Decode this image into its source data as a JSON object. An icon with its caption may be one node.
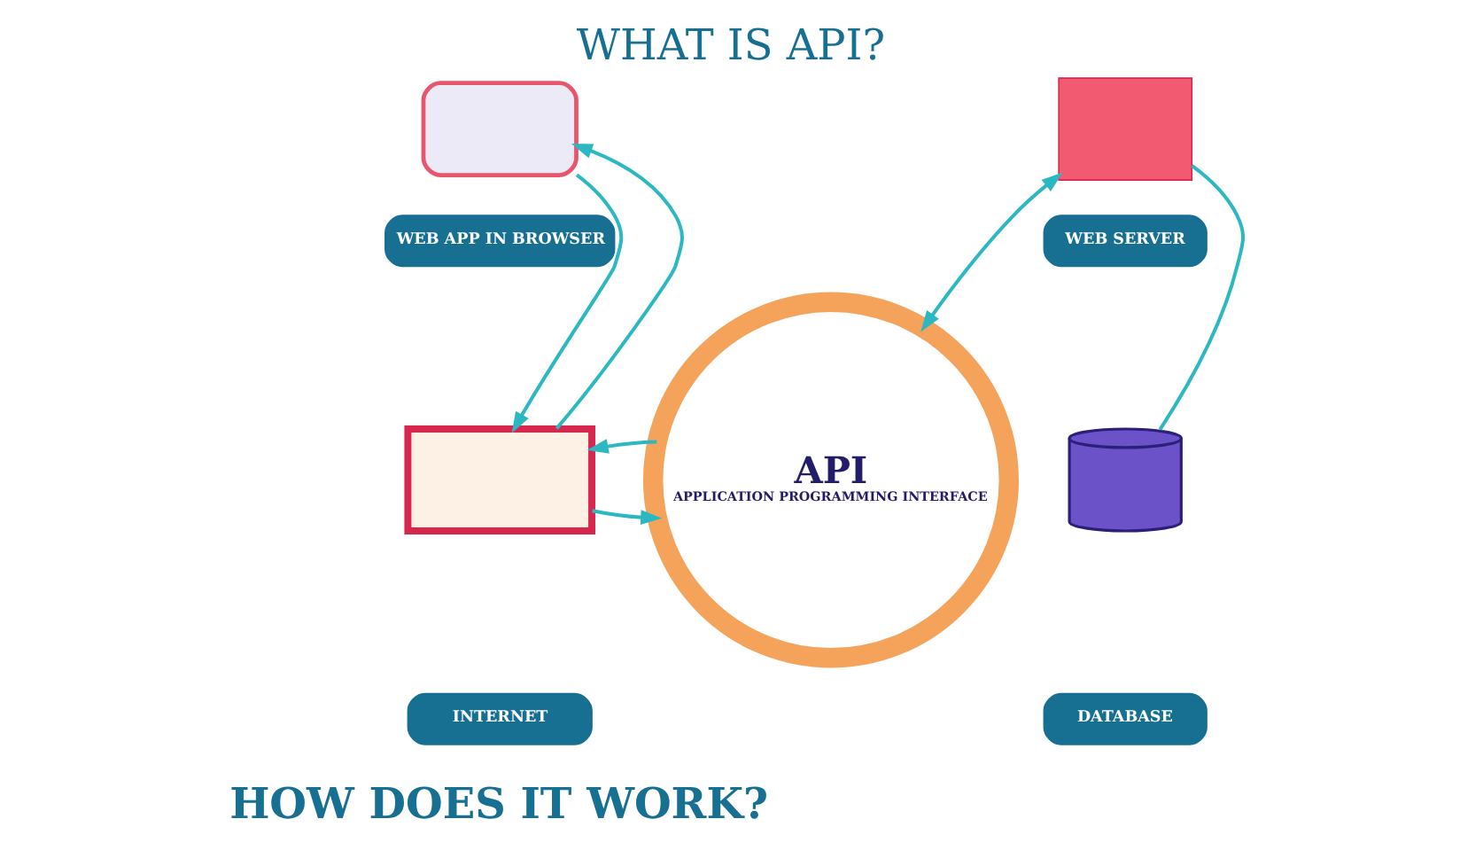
{
  "diagram": {
    "title": "WHAT IS API?",
    "caption": "HOW DOES IT WORK?",
    "nodes": [
      {
        "text": [],
        "shape": "box"
      },
      {
        "text": [
          "WEB APP IN BROWSER"
        ]
      },
      {
        "text": [],
        "shape": "box"
      },
      {
        "text": [
          "INTERNET"
        ]
      },
      {
        "text": [
          "API",
          "APPLICATION PROGRAMMING INTERFACE"
        ]
      },
      {
        "text": [],
        "shape": "box"
      },
      {
        "text": [
          "WEB SERVER"
        ]
      },
      {
        "text": [],
        "shape": "cylinder"
      },
      {
        "text": [
          "DATABASE"
        ]
      }
    ],
    "edges": [
      {
        "from": 2,
        "to": 0,
        "arrow": "to"
      },
      {
        "from": 0,
        "to": 2,
        "arrow": "to"
      },
      {
        "from": 2,
        "to": 4,
        "arrow": "to"
      },
      {
        "from": 4,
        "to": 2,
        "arrow": "to"
      },
      {
        "from": 4,
        "to": 5,
        "arrow": "both"
      },
      {
        "from": 5,
        "to": 7,
        "arrow": "none"
      }
    ]
  }
}
